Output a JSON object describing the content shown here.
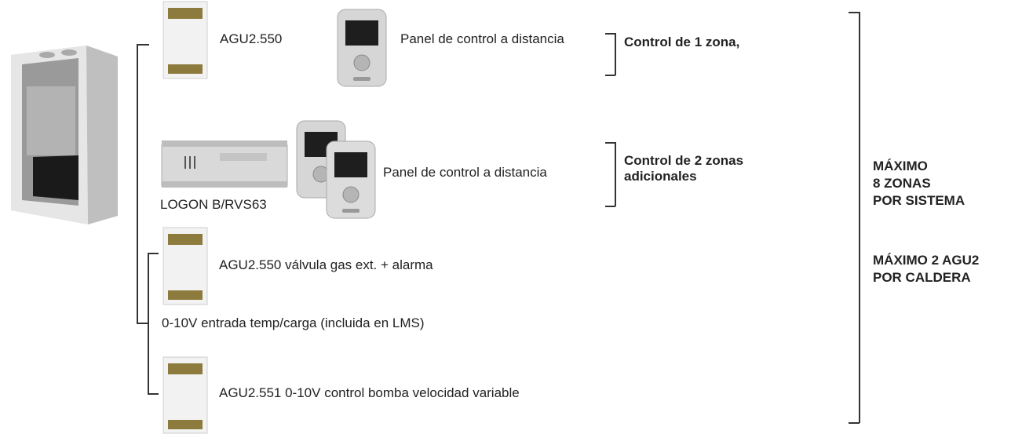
{
  "devices": {
    "agu_top": "AGU2.550",
    "panel_top": "Panel de control a distancia",
    "logon": "LOGON B/RVS63",
    "panel_mid": "Panel de control a distancia",
    "agu_gas": "AGU2.550 válvula gas ext. + alarma",
    "input_010v": "0-10V entrada temp/carga (incluida en LMS)",
    "agu_pump": "AGU2.551 0-10V control bomba velocidad variable"
  },
  "zones": {
    "zone1": "Control de 1 zona,",
    "zone2_line1": "Control de 2 zonas",
    "zone2_line2": "adicionales"
  },
  "limits": {
    "line1": "MÁXIMO",
    "line2": "8 ZONAS",
    "line3": "POR SISTEMA",
    "line4": "MÁXIMO 2 AGU2",
    "line5": "POR CALDERA"
  }
}
